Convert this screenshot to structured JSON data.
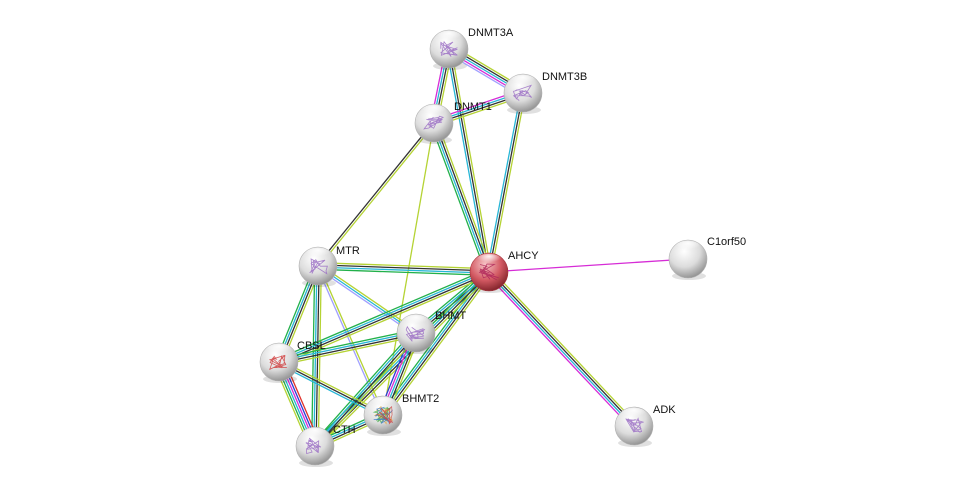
{
  "network": {
    "nodes": [
      {
        "id": "DNMT3A",
        "label": "DNMT3A",
        "color": "#d9d9d9",
        "protein": "#9b6fc4",
        "query": false
      },
      {
        "id": "DNMT3B",
        "label": "DNMT3B",
        "color": "#d9d9d9",
        "protein": "#9b6fc4",
        "query": false
      },
      {
        "id": "DNMT1",
        "label": "DNMT1",
        "color": "#d9d9d9",
        "protein": "#9b6fc4",
        "query": false
      },
      {
        "id": "MTR",
        "label": "MTR",
        "color": "#d9d9d9",
        "protein": "#9b6fc4",
        "query": false
      },
      {
        "id": "AHCY",
        "label": "AHCY",
        "color": "#d9545e",
        "protein": "#b0285a",
        "query": true
      },
      {
        "id": "C1orf50",
        "label": "C1orf50",
        "color": "#d9d9d9",
        "protein": null,
        "query": false
      },
      {
        "id": "BHMT",
        "label": "BHMT",
        "color": "#d9d9d9",
        "protein": "#9b6fc4",
        "query": false
      },
      {
        "id": "CBSL",
        "label": "CBSL",
        "color": "#d9d9d9",
        "protein": "#d04040",
        "query": false
      },
      {
        "id": "BHMT2",
        "label": "BHMT2",
        "color": "#d9d9d9",
        "protein": "#4caf50",
        "query": false
      },
      {
        "id": "CTH",
        "label": "CTH",
        "color": "#d9d9d9",
        "protein": "#9b6fc4",
        "query": false
      },
      {
        "id": "ADK",
        "label": "ADK",
        "color": "#d9d9d9",
        "protein": "#9b6fc4",
        "query": false
      }
    ],
    "edges": [
      {
        "a": "DNMT3A",
        "b": "DNMT3B",
        "colors": [
          "#b5d334",
          "#333333",
          "#27b6d6",
          "#d62cd6",
          "#a0a0ff"
        ]
      },
      {
        "a": "DNMT3A",
        "b": "DNMT1",
        "colors": [
          "#b5d334",
          "#333333",
          "#27b6d6",
          "#d62cd6"
        ]
      },
      {
        "a": "DNMT3A",
        "b": "AHCY",
        "colors": [
          "#b5d334",
          "#333333",
          "#27b6d6"
        ]
      },
      {
        "a": "DNMT3B",
        "b": "DNMT1",
        "colors": [
          "#b5d334",
          "#333333",
          "#27b6d6",
          "#d62cd6"
        ]
      },
      {
        "a": "DNMT3B",
        "b": "AHCY",
        "colors": [
          "#b5d334",
          "#333333",
          "#27b6d6"
        ]
      },
      {
        "a": "DNMT1",
        "b": "AHCY",
        "colors": [
          "#b5d334",
          "#333333",
          "#27b6d6",
          "#22b04a"
        ]
      },
      {
        "a": "DNMT1",
        "b": "MTR",
        "colors": [
          "#b5d334",
          "#333333"
        ]
      },
      {
        "a": "DNMT1",
        "b": "BHMT2",
        "colors": [
          "#b5d334"
        ]
      },
      {
        "a": "MTR",
        "b": "AHCY",
        "colors": [
          "#b5d334",
          "#333333",
          "#27b6d6",
          "#22b04a"
        ]
      },
      {
        "a": "MTR",
        "b": "CBSL",
        "colors": [
          "#b5d334",
          "#333333",
          "#27b6d6",
          "#22b04a"
        ]
      },
      {
        "a": "MTR",
        "b": "CTH",
        "colors": [
          "#b5d334",
          "#333333",
          "#27b6d6",
          "#22b04a"
        ]
      },
      {
        "a": "MTR",
        "b": "BHMT",
        "colors": [
          "#b5d334",
          "#27b6d6",
          "#a0a0ff"
        ]
      },
      {
        "a": "MTR",
        "b": "BHMT2",
        "colors": [
          "#b5d334",
          "#a0a0ff"
        ]
      },
      {
        "a": "AHCY",
        "b": "C1orf50",
        "colors": [
          "#d62cd6"
        ]
      },
      {
        "a": "AHCY",
        "b": "ADK",
        "colors": [
          "#b5d334",
          "#333333",
          "#27b6d6",
          "#d62cd6"
        ]
      },
      {
        "a": "AHCY",
        "b": "BHMT",
        "colors": [
          "#b5d334",
          "#333333",
          "#27b6d6",
          "#22b04a"
        ]
      },
      {
        "a": "AHCY",
        "b": "CBSL",
        "colors": [
          "#b5d334",
          "#333333",
          "#27b6d6",
          "#22b04a"
        ]
      },
      {
        "a": "AHCY",
        "b": "BHMT2",
        "colors": [
          "#b5d334",
          "#333333",
          "#27b6d6",
          "#22b04a"
        ]
      },
      {
        "a": "AHCY",
        "b": "CTH",
        "colors": [
          "#b5d334",
          "#333333",
          "#27b6d6",
          "#22b04a"
        ]
      },
      {
        "a": "BHMT",
        "b": "CBSL",
        "colors": [
          "#b5d334",
          "#333333",
          "#27b6d6",
          "#22b04a"
        ]
      },
      {
        "a": "BHMT",
        "b": "BHMT2",
        "colors": [
          "#b5d334",
          "#333333",
          "#27b6d6",
          "#d62cd6",
          "#2a3ad6"
        ]
      },
      {
        "a": "BHMT",
        "b": "CTH",
        "colors": [
          "#b5d334",
          "#333333",
          "#27b6d6",
          "#22b04a"
        ]
      },
      {
        "a": "CBSL",
        "b": "CTH",
        "colors": [
          "#e0302a",
          "#2a3ad6",
          "#d62cd6",
          "#27b6d6",
          "#22b04a",
          "#b5d334"
        ]
      },
      {
        "a": "CBSL",
        "b": "BHMT2",
        "colors": [
          "#b5d334",
          "#333333",
          "#27b6d6"
        ]
      },
      {
        "a": "BHMT2",
        "b": "CTH",
        "colors": [
          "#b5d334",
          "#333333",
          "#27b6d6",
          "#22b04a"
        ]
      }
    ]
  }
}
